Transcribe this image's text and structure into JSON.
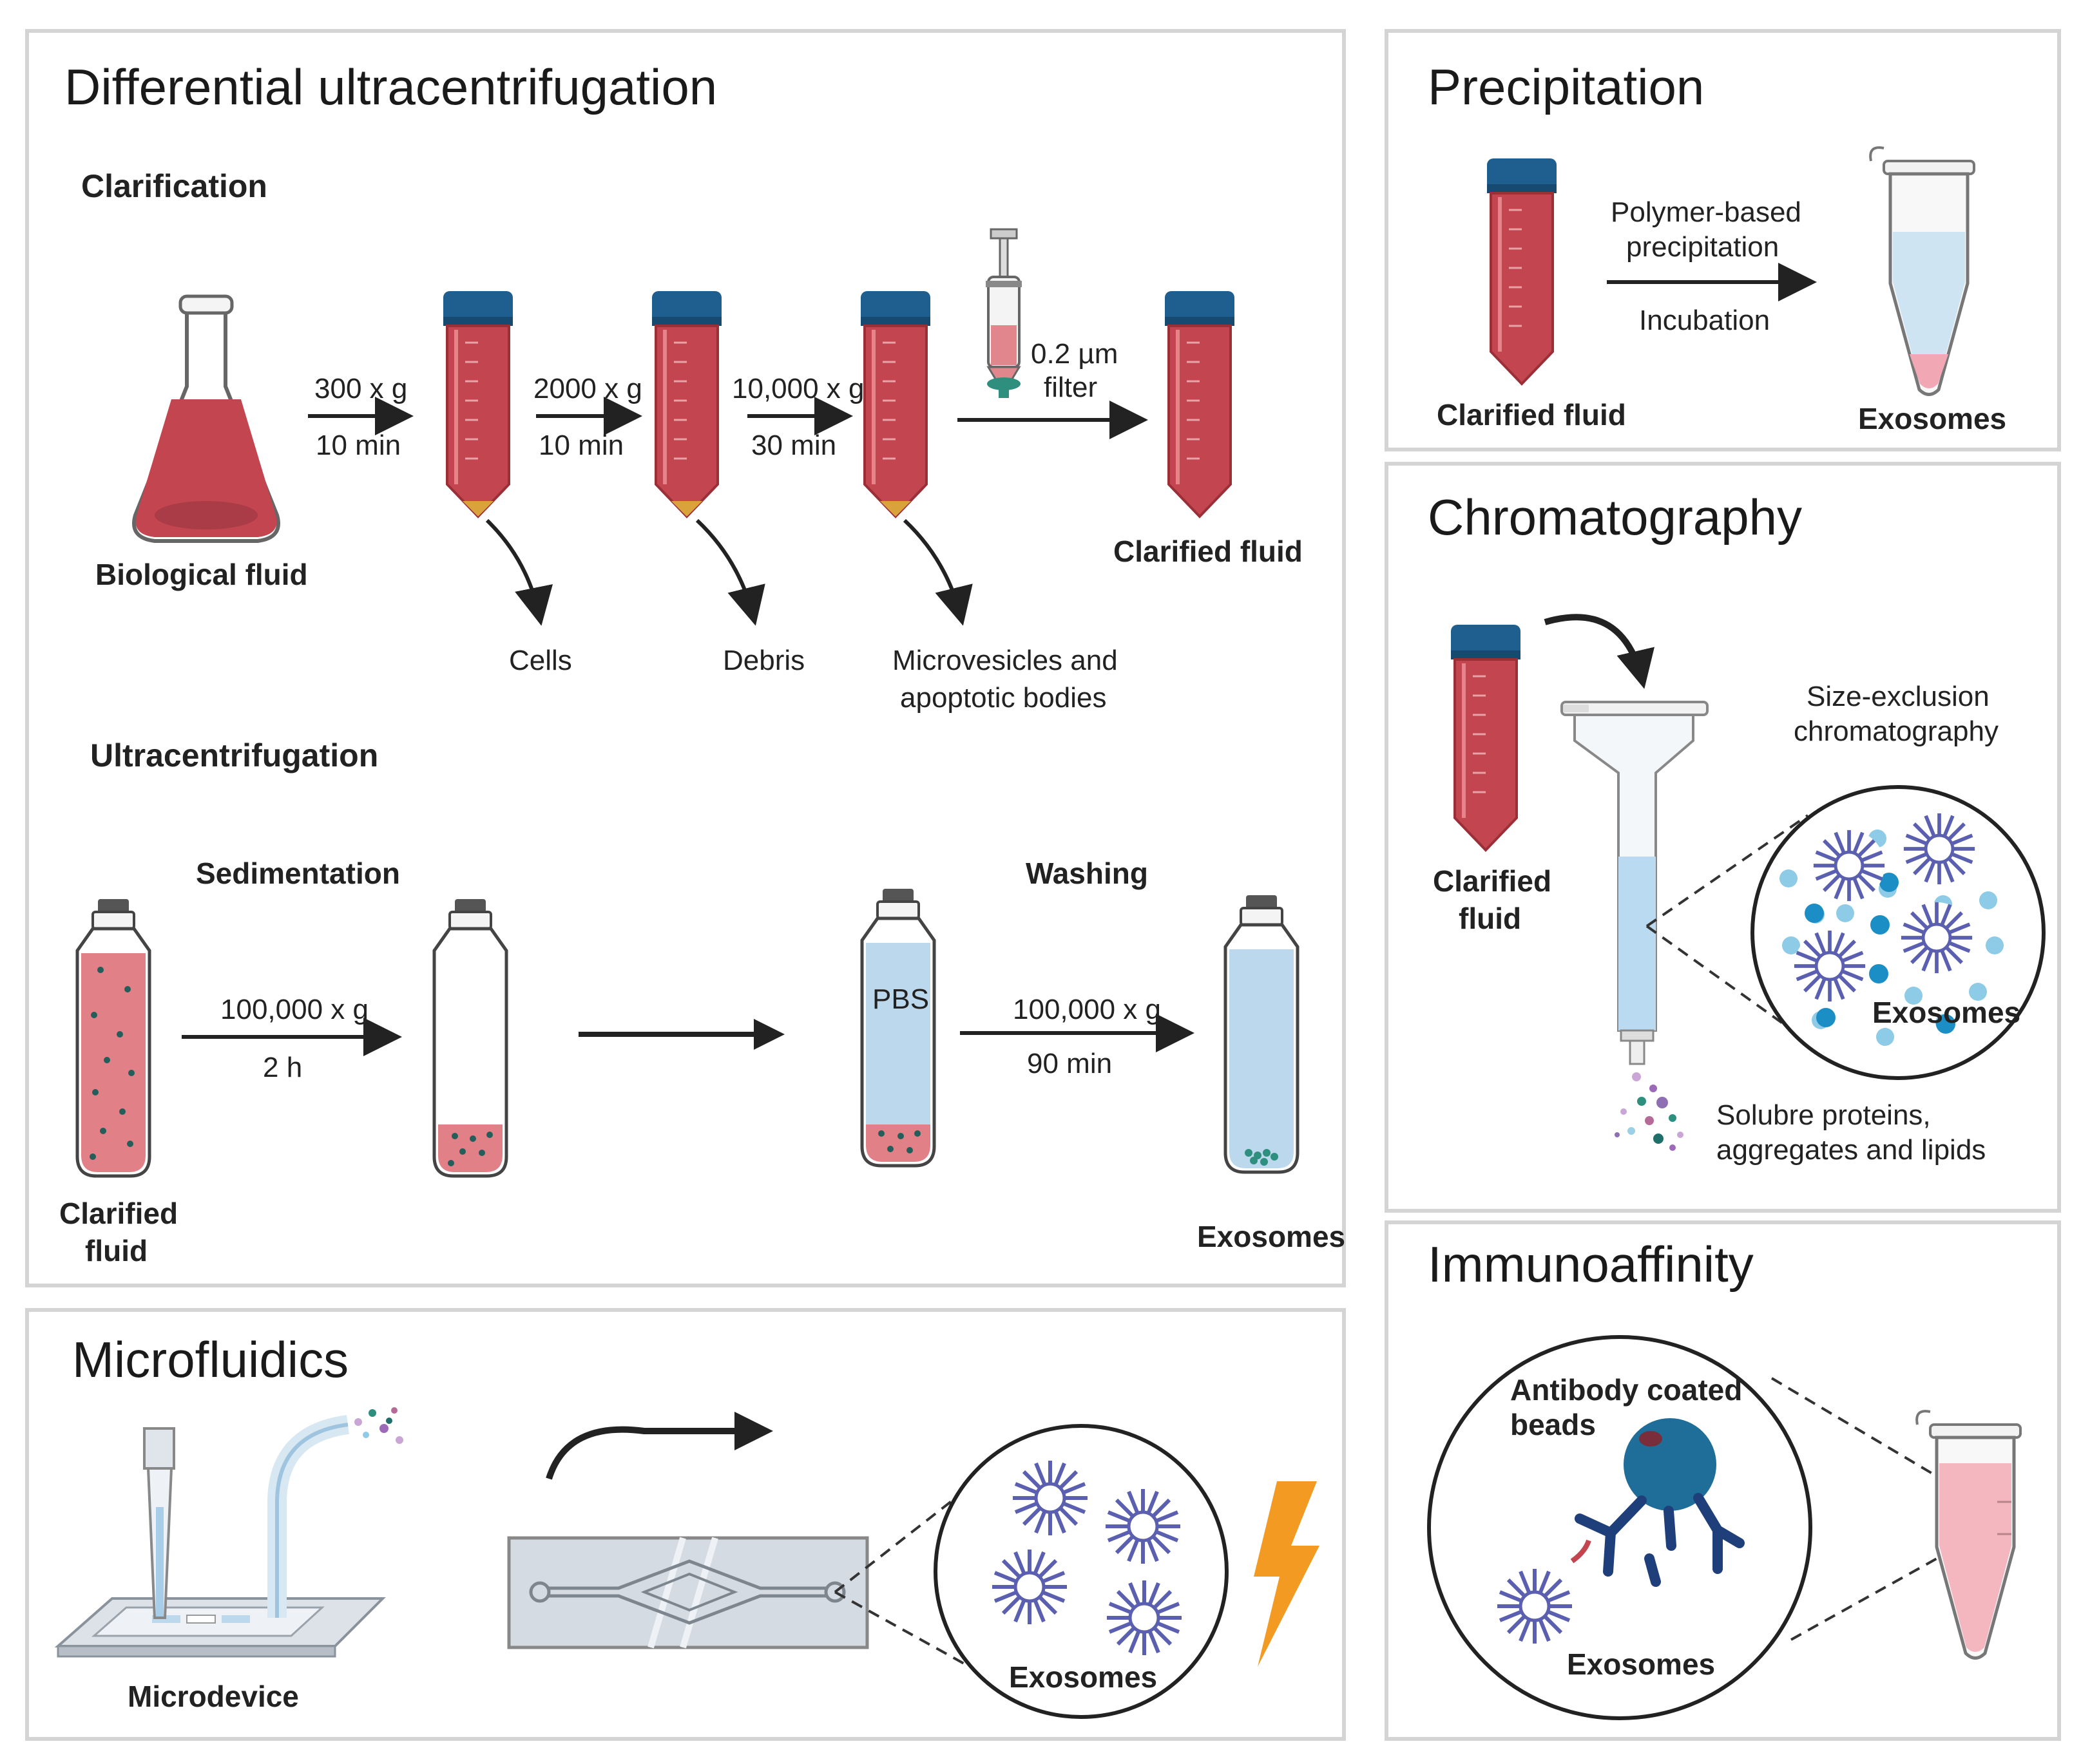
{
  "panels": {
    "duc": {
      "title": "Differential ultracentrifugation",
      "clarification": {
        "heading": "Clarification",
        "source_label": "Biological fluid",
        "steps": [
          {
            "line1": "300 x g",
            "line2": "10 min"
          },
          {
            "line1": "2000 x g",
            "line2": "10 min"
          },
          {
            "line1": "10,000 x g",
            "line2": "30 min"
          }
        ],
        "filter_line1": "0.2 µm",
        "filter_line2": "filter",
        "result_label": "Clarified fluid",
        "removed": [
          "Cells",
          "Debris",
          "Microvesicles and",
          "apoptotic bodies"
        ]
      },
      "ultracentrifugation": {
        "heading": "Ultracentrifugation",
        "sedimentation": "Sedimentation",
        "washing": "Washing",
        "step1_line1": "100,000 x g",
        "step1_line2": "2 h",
        "step2_line1": "100,000 x g",
        "step2_line2": "90 min",
        "pbs": "PBS",
        "start_line1": "Clarified",
        "start_line2": "fluid",
        "result_label": "Exosomes"
      }
    },
    "precipitation": {
      "title": "Precipitation",
      "step_line1": "Polymer-based",
      "step_line2": "precipitation",
      "step_line3": "Incubation",
      "source_label": "Clarified fluid",
      "result_label": "Exosomes"
    },
    "chromatography": {
      "title": "Chromatography",
      "source_line1": "Clarified",
      "source_line2": "fluid",
      "method_line1": "Size-exclusion",
      "method_line2": "chromatography",
      "zoom_label": "Exosomes",
      "eluate_line1": "Solubre proteins,",
      "eluate_line2": "aggregates and lipids"
    },
    "microfluidics": {
      "title": "Microfluidics",
      "device_label": "Microdevice",
      "zoom_label": "Exosomes"
    },
    "immunoaffinity": {
      "title": "Immunoaffinity",
      "beads_line1": "Antibody coated",
      "beads_line2": "beads",
      "exosome_label": "Exosomes"
    }
  },
  "colors": {
    "fluid_red": "#c2454f",
    "cap_blue": "#1f5f8f",
    "light_blue": "#bcd8ec",
    "vesicle_purple": "#5a5fb0",
    "bolt_orange": "#f29a21",
    "pellet": "#d9a23a"
  }
}
